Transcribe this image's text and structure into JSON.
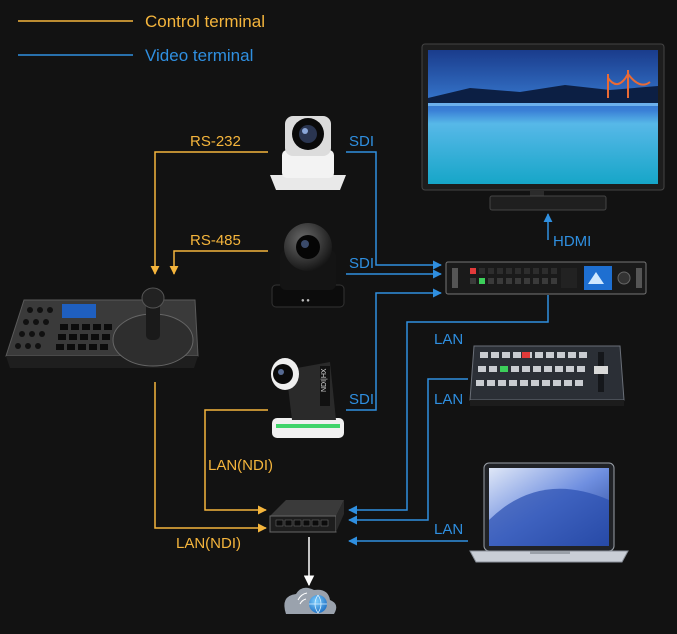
{
  "legend": {
    "control": {
      "label": "Control terminal",
      "color": "#f5b53c"
    },
    "video": {
      "label": "Video terminal",
      "color": "#2f8fe0"
    }
  },
  "links": {
    "rs232": "RS-232",
    "rs485": "RS-485",
    "sdi_1": "SDI",
    "sdi_2": "SDI",
    "sdi_3": "SDI",
    "hdmi": "HDMI",
    "lan_1": "LAN",
    "lan_2": "LAN",
    "lan_3": "LAN",
    "lan_ndi_1": "LAN(NDI)",
    "lan_ndi_2": "LAN(NDI)"
  },
  "devices": {
    "camera_3_brand": "NDI|HX"
  },
  "colors": {
    "background": "#121212",
    "control": "#f5b53c",
    "video": "#2f8fe0",
    "white": "#ffffff"
  }
}
